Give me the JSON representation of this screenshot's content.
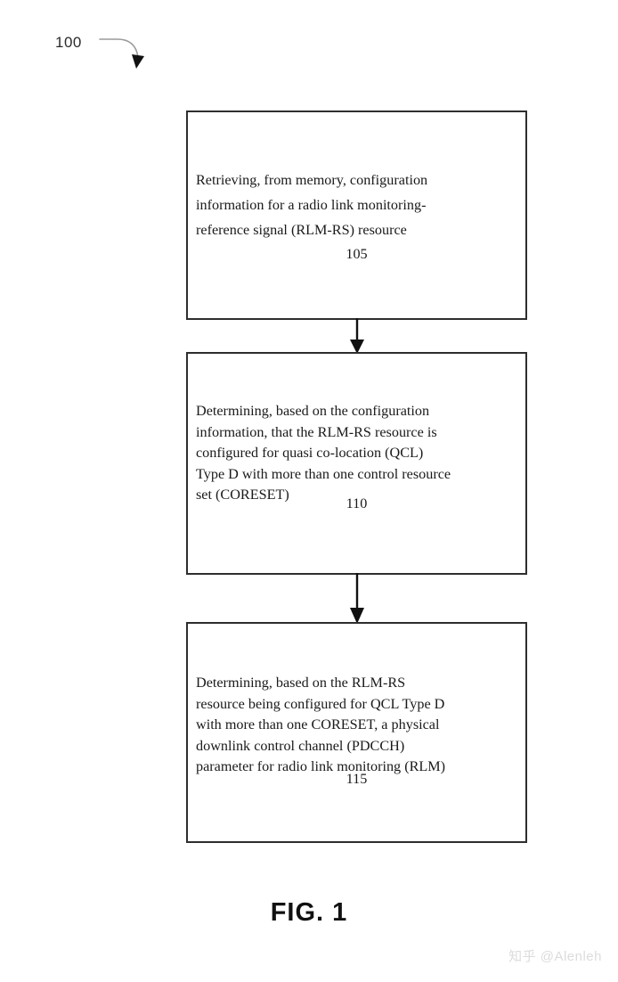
{
  "figure": {
    "reference_number": "100",
    "caption": "FIG. 1"
  },
  "steps": [
    {
      "id": "step-105",
      "text": "Retrieving, from memory, configuration\ninformation for a radio link monitoring-\nreference signal (RLM-RS) resource",
      "number": "105"
    },
    {
      "id": "step-110",
      "text": "Determining, based on the configuration\ninformation, that the RLM-RS resource is\nconfigured for quasi co-location (QCL)\nType D with more than one control resource\nset (CORESET)",
      "number": "110"
    },
    {
      "id": "step-115",
      "text": "Determining, based on the RLM-RS\nresource being configured for QCL Type D\nwith more than one CORESET, a physical\ndownlink control channel (PDCCH)\nparameter for radio link monitoring (RLM)",
      "number": "115"
    }
  ],
  "watermark": {
    "text": "知乎 @Alenleh"
  },
  "colors": {
    "box_border": "#2e2e2e",
    "text": "#1a1a1a",
    "leader_line": "#9a9a9a",
    "arrow": "#111111",
    "watermark": "#dcdcdc",
    "background": "#ffffff"
  }
}
